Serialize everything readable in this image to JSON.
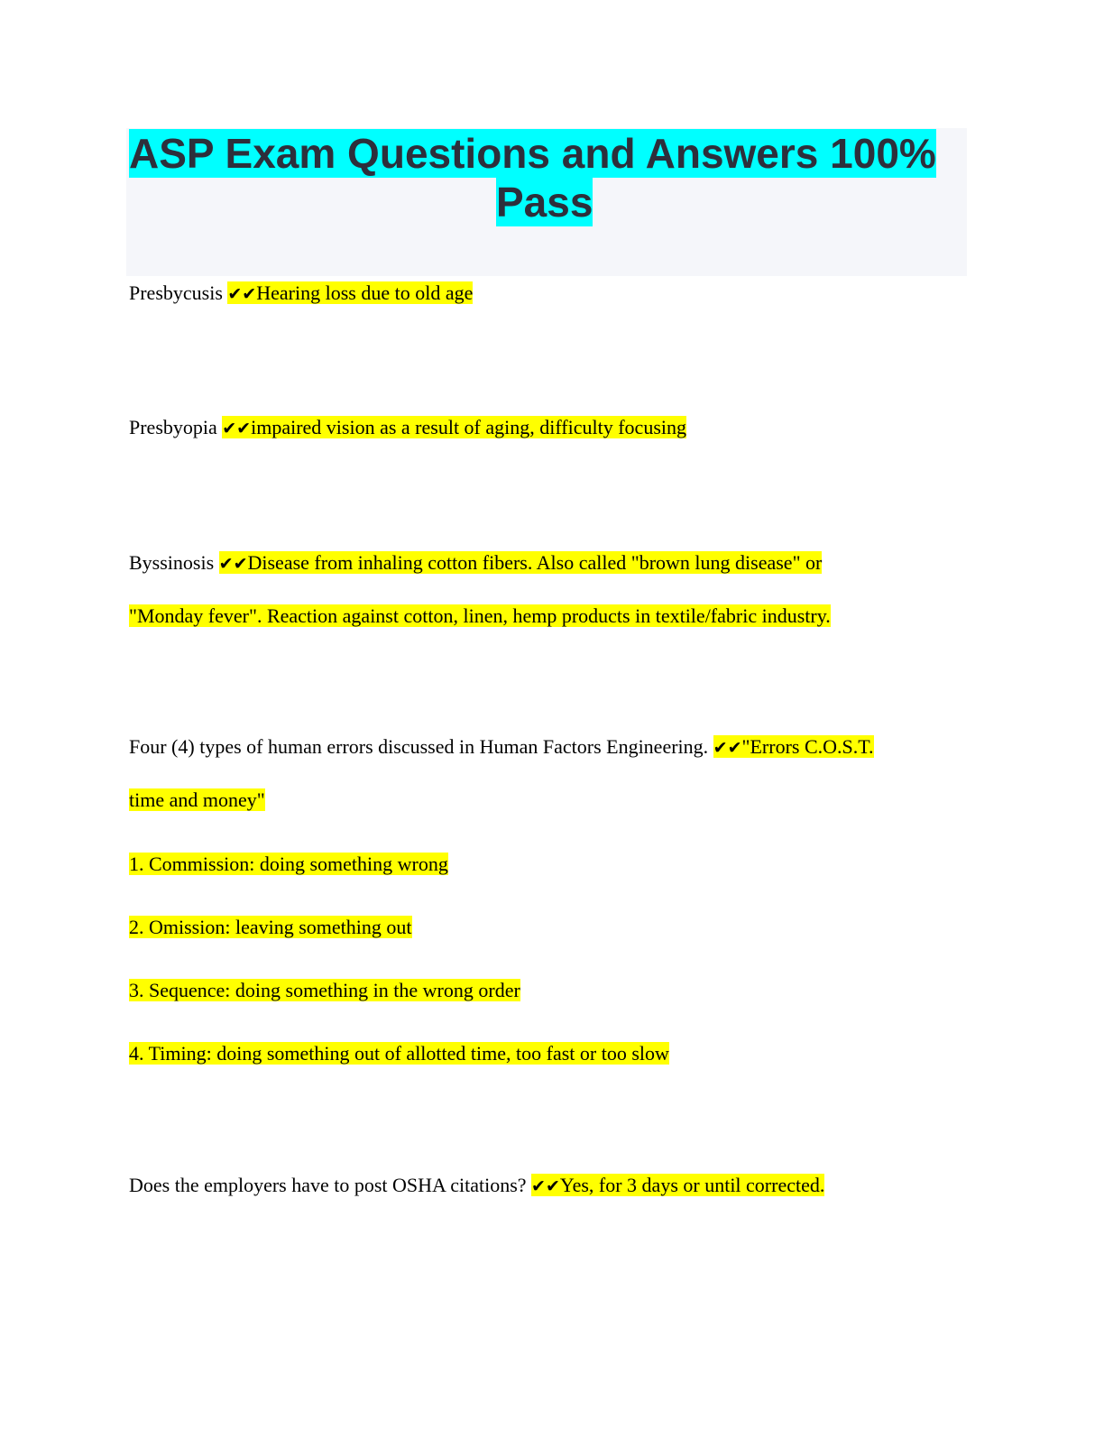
{
  "title": {
    "line1": "ASP Exam Questions and Answers 100%",
    "line2": "Pass"
  },
  "check_marks": "✔✔",
  "items": [
    {
      "question": "Presbycusis",
      "answer": [
        "Hearing loss due to old age"
      ]
    },
    {
      "question": "Presbyopia",
      "answer": [
        "impaired vision as a result of aging, difficulty focusing"
      ]
    },
    {
      "question": "Byssinosis",
      "answer": [
        "Disease from inhaling cotton fibers. Also called \"brown lung disease\" or",
        "\"Monday fever\". Reaction against cotton, linen, hemp products in textile/fabric industry."
      ]
    },
    {
      "question": "Four (4) types of human errors discussed in Human Factors Engineering.",
      "answer": [
        "\"Errors C.O.S.T.",
        "time and money\"",
        "1. Commission: doing something wrong",
        "2. Omission: leaving something out",
        "3. Sequence: doing something in the wrong order",
        "4. Timing: doing something out of allotted time, too fast or too slow"
      ]
    },
    {
      "question": "Does the employers have to post OSHA citations?",
      "answer": [
        "Yes, for 3 days or until corrected."
      ]
    }
  ]
}
